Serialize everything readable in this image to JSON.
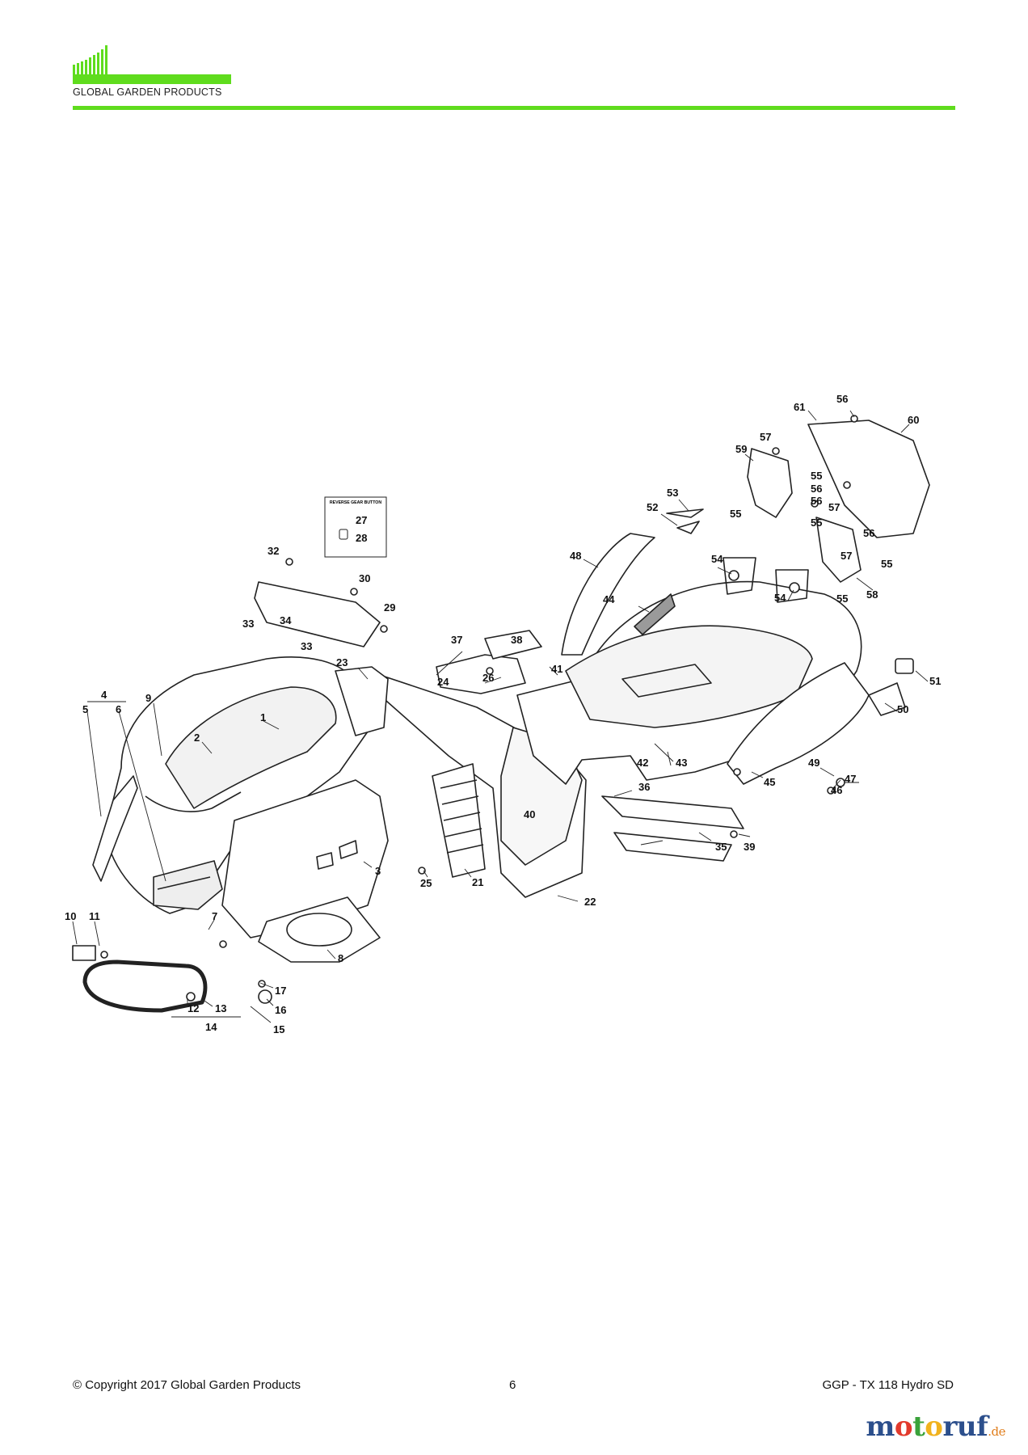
{
  "header": {
    "brand": "GLOBAL GARDEN PRODUCTS",
    "accent_color": "#5fdc1d"
  },
  "diagram": {
    "inset_caption": "REVERSE GEAR BUTTON",
    "callouts": [
      "1",
      "2",
      "3",
      "4",
      "5",
      "6",
      "7",
      "8",
      "9",
      "10",
      "11",
      "12",
      "13",
      "14",
      "15",
      "16",
      "17",
      "21",
      "22",
      "23",
      "24",
      "25",
      "26",
      "27",
      "28",
      "29",
      "30",
      "32",
      "33",
      "33",
      "34",
      "35",
      "36",
      "37",
      "38",
      "39",
      "40",
      "41",
      "42",
      "43",
      "44",
      "45",
      "46",
      "47",
      "48",
      "49",
      "50",
      "51",
      "52",
      "53",
      "54",
      "54",
      "55",
      "55",
      "55",
      "55",
      "55",
      "56",
      "56",
      "56",
      "56",
      "57",
      "57",
      "57",
      "58",
      "59",
      "60",
      "61"
    ]
  },
  "footer": {
    "copyright": "© Copyright 2017 Global Garden Products",
    "page": "6",
    "model": "GGP - TX 118 Hydro SD"
  },
  "watermark": {
    "p1": "m",
    "p2": "o",
    "p3": "t",
    "p4": "o",
    "p5": "ruf",
    "tld": ".de"
  }
}
